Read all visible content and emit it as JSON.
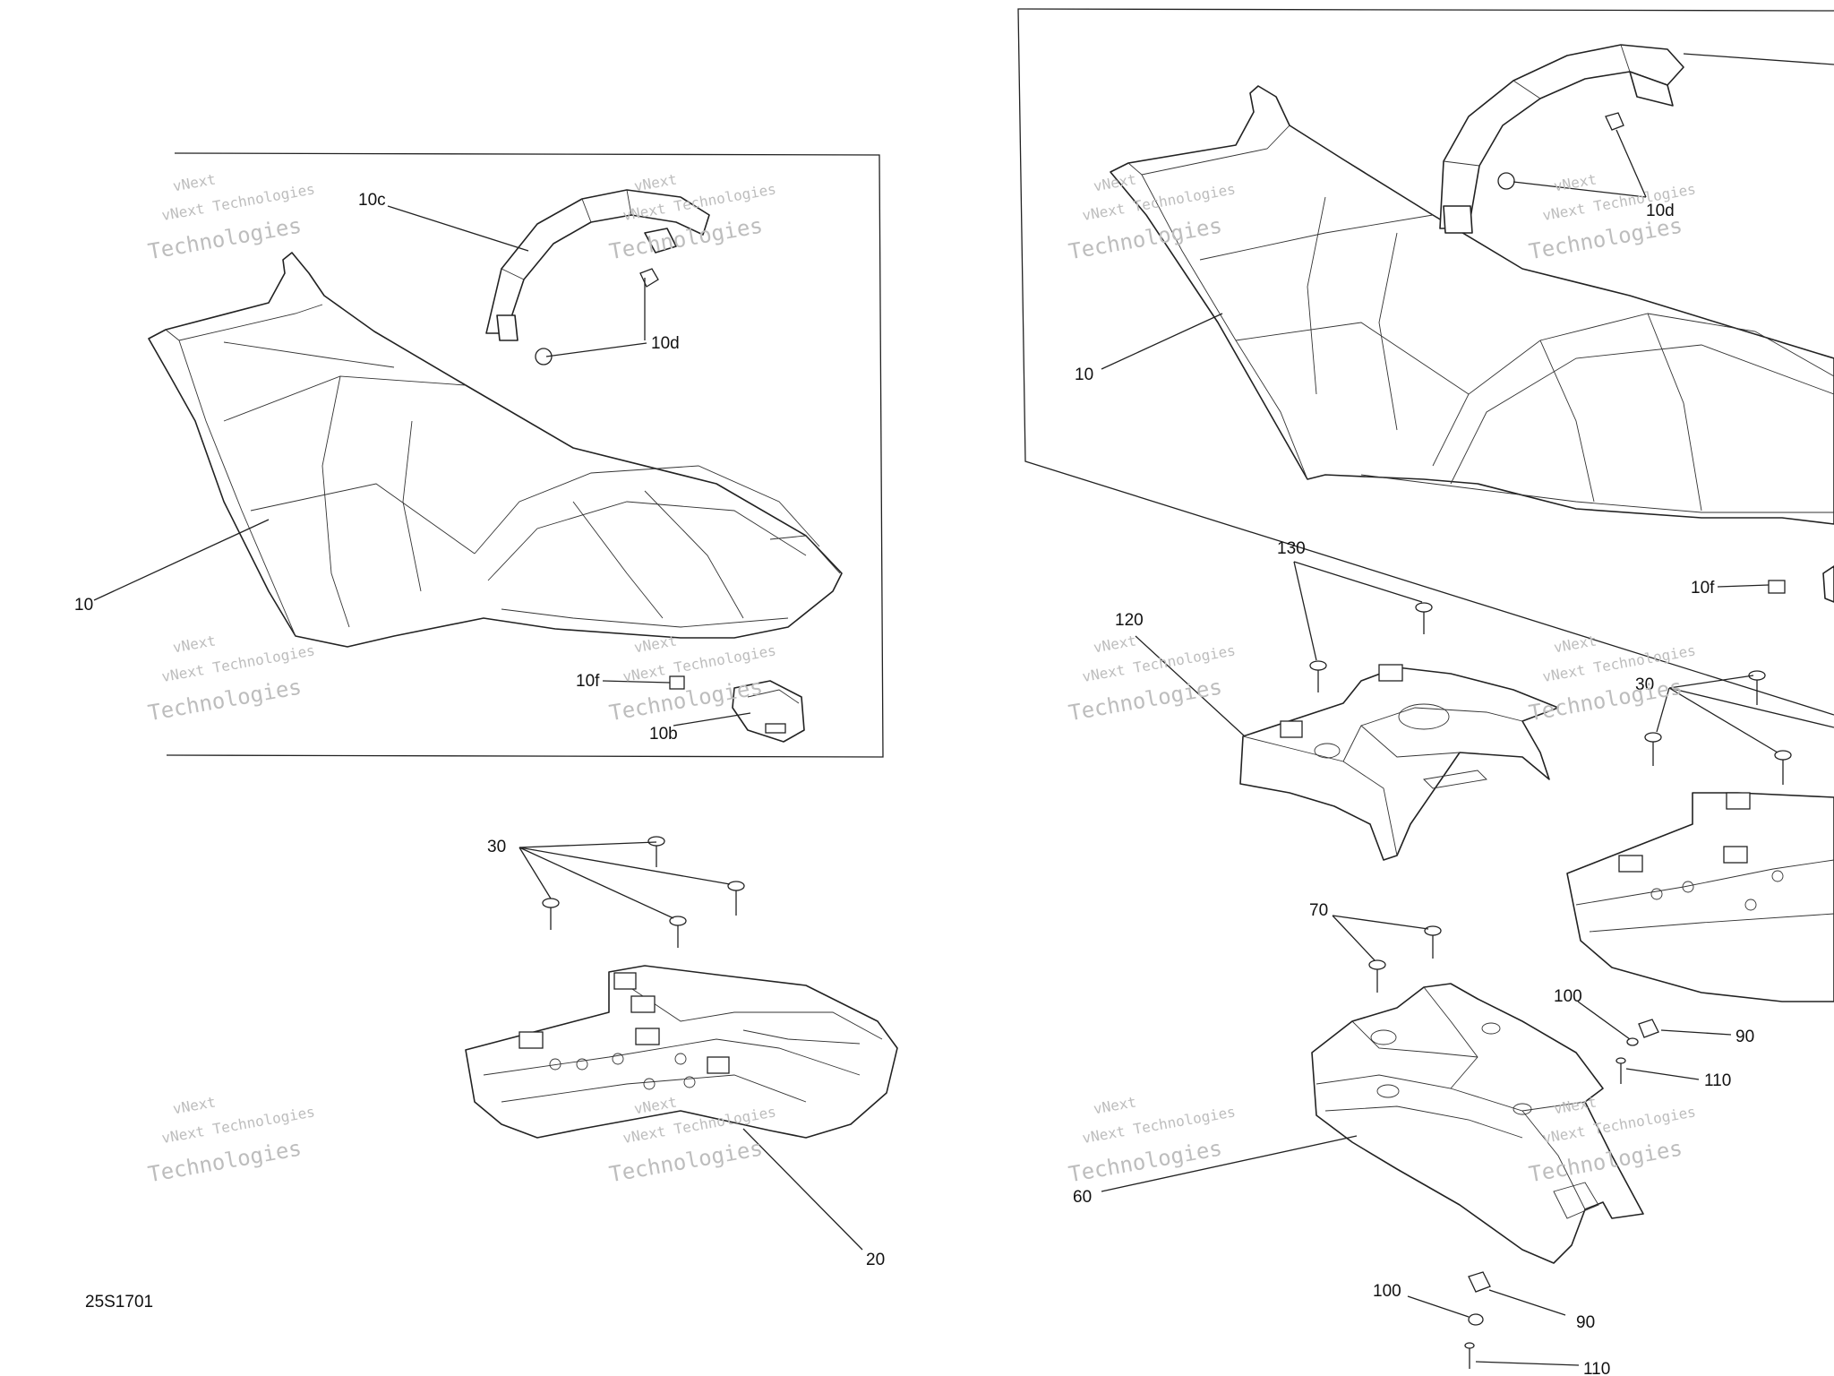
{
  "diagram_code": "25S1701",
  "watermark": {
    "line_a": "vNext Technologies",
    "line_b": "vNext",
    "line_c": "Technologies"
  },
  "callouts_left": {
    "c10c": "10c",
    "c10d": "10d",
    "c10": "10",
    "c10f": "10f",
    "c10b": "10b",
    "c30": "30",
    "c20": "20"
  },
  "callouts_right": {
    "c10d": "10d",
    "c10": "10",
    "c130": "130",
    "c10f": "10f",
    "c120": "120",
    "c30": "30",
    "c70": "70",
    "c100a": "100",
    "c90a": "90",
    "c110a": "110",
    "c60": "60",
    "c100b": "100",
    "c90b": "90",
    "c110b": "110"
  }
}
